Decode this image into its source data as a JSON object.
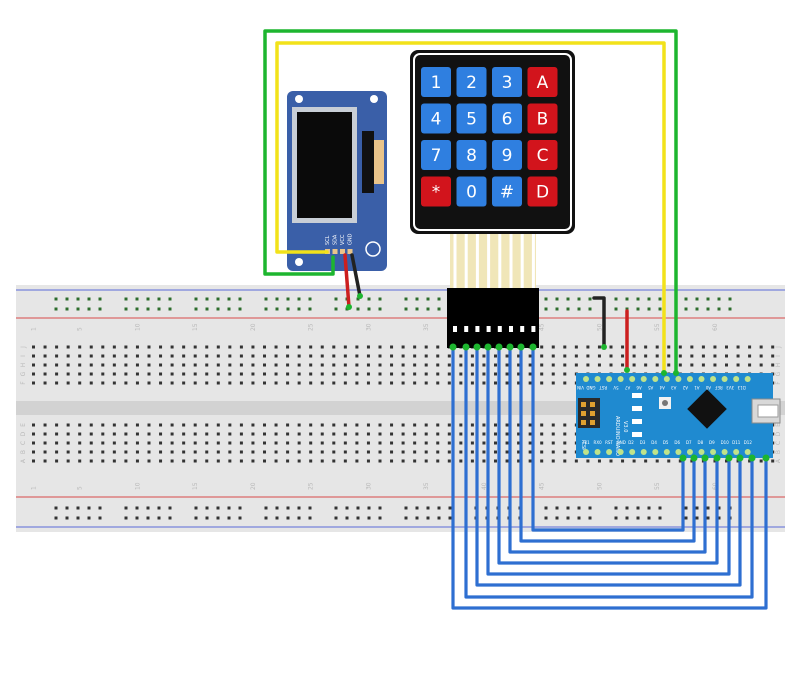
{
  "keypad": {
    "keys": [
      "1",
      "2",
      "3",
      "A",
      "4",
      "5",
      "6",
      "B",
      "7",
      "8",
      "9",
      "C",
      "*",
      "0",
      "#",
      "D"
    ],
    "key_colors": {
      "digit": "#2f7fe0",
      "letter": "#d2141c",
      "frame": "#111111"
    }
  },
  "oled": {
    "pin_labels": [
      "SCL",
      "SDA",
      "VCC",
      "GND"
    ],
    "board_color": "#3a5fa8"
  },
  "breadboard": {
    "column_numbers": [
      "1",
      "5",
      "10",
      "15",
      "20",
      "25",
      "30",
      "35",
      "40",
      "45",
      "50",
      "55",
      "60"
    ],
    "row_letters_top": [
      "J",
      "I",
      "H",
      "G",
      "F"
    ],
    "row_letters_bottom": [
      "E",
      "D",
      "C",
      "B",
      "A"
    ]
  },
  "arduino": {
    "board_label": "ARDUINO NANO",
    "version_label": "V3.0",
    "icsp_label": "ICSP",
    "top_pins": [
      "D12",
      "D11",
      "D10",
      "D9",
      "D8",
      "D7",
      "D6",
      "D5",
      "D4",
      "D3",
      "D2",
      "GND",
      "RST",
      "RX0",
      "TX1"
    ],
    "bottom_pins": [
      "D13",
      "3V3",
      "REF",
      "A0",
      "A1",
      "A2",
      "A3",
      "A4",
      "A5",
      "A6",
      "A7",
      "5V",
      "RST",
      "GND",
      "VIN"
    ],
    "board_color": "#1f8ad0"
  },
  "wire_colors": {
    "green": "#1db52f",
    "yellow": "#f2e21a",
    "red": "#cc1f1f",
    "black": "#222222",
    "blue": "#2e6fd1"
  }
}
